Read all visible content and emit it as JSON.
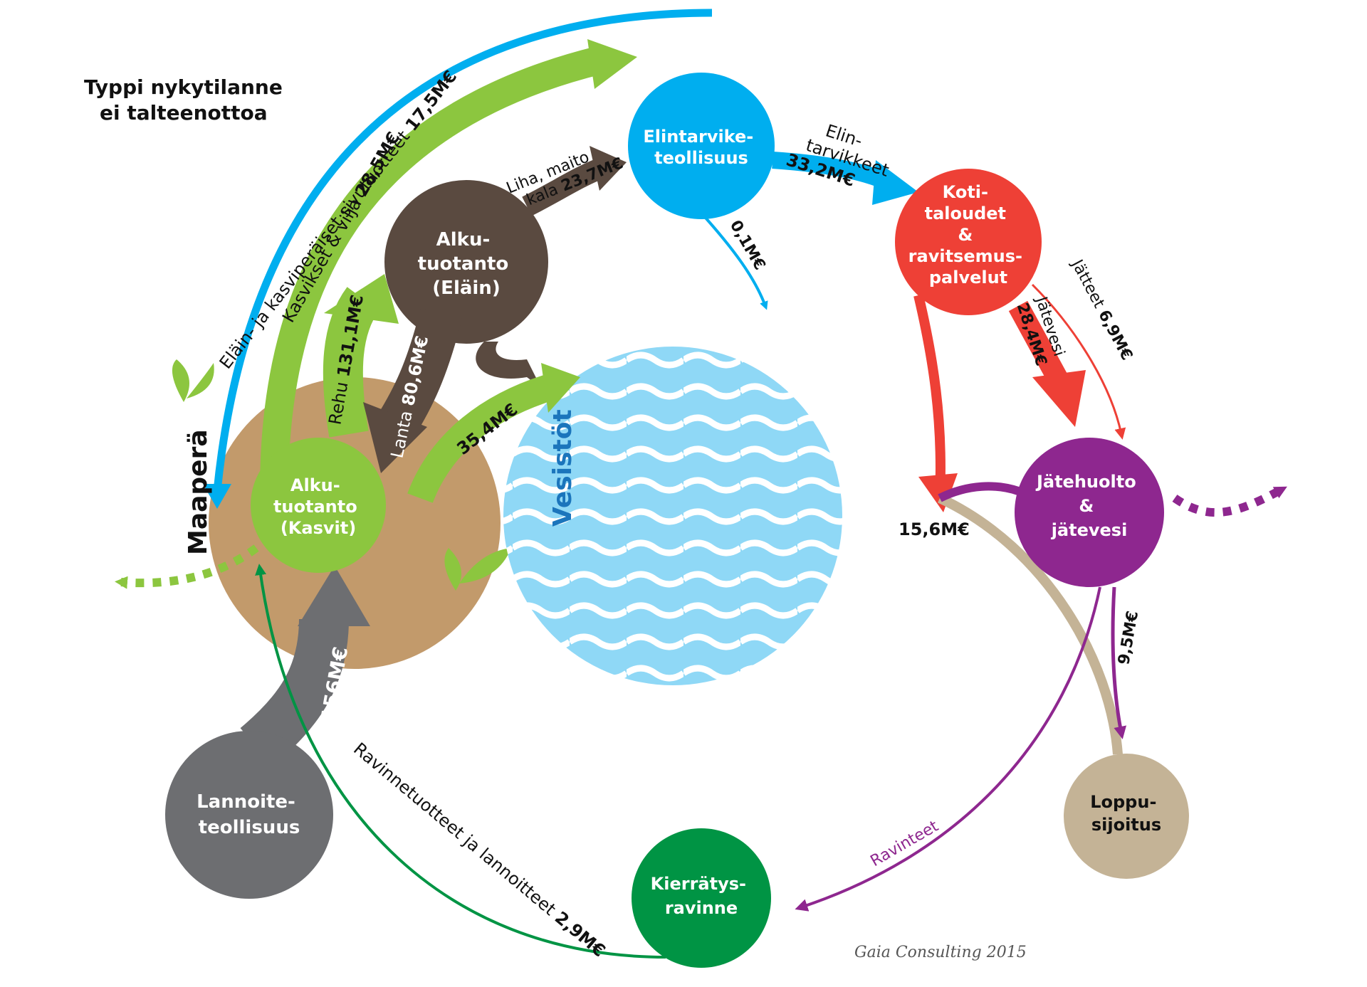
{
  "diagram": {
    "title_line1": "Typpi nykytilanne",
    "title_line2": "ei talteenottoa",
    "credit": "Gaia Consulting 2015",
    "colors": {
      "soil": "#c29a6b",
      "plants": "#8cc63f",
      "animals": "#5a4a40",
      "food_industry": "#00aeef",
      "households": "#ee4036",
      "waste": "#8e278f",
      "final_disposal": "#c4b396",
      "recycling": "#009444",
      "fertilizer": "#6d6e71",
      "water": "#8fd8f6"
    },
    "nodes": {
      "soil": "Maaperä",
      "waters": "Vesistöt",
      "plants": {
        "line1": "Alku-",
        "line2": "tuotanto",
        "line3": "(Kasvit)"
      },
      "animals": {
        "line1": "Alku-",
        "line2": "tuotanto",
        "line3": "(Eläin)"
      },
      "food_industry": {
        "line1": "Elintarvike-",
        "line2": "teollisuus"
      },
      "households": {
        "line1": "Koti-",
        "line2": "taloudet",
        "line3": "&",
        "line4": "ravitsemus-",
        "line5": "palvelut"
      },
      "waste": {
        "line1": "Jätehuolto",
        "line2": "&",
        "line3": "jätevesi"
      },
      "final_disposal": {
        "line1": "Loppu-",
        "line2": "sijoitus"
      },
      "recycling": {
        "line1": "Kierrätys-",
        "line2": "ravinne"
      },
      "fertilizer": {
        "line1": "Lannoite-",
        "line2": "teollisuus"
      }
    },
    "flows": {
      "byproducts": {
        "label": "Eläin- ja kasviperäiset sivutuotteet ",
        "value": "17,5M€"
      },
      "crops": {
        "label": "Kasvikset & vilja ",
        "value": "28,5M€"
      },
      "meat": {
        "label_line1": "Liha, maito",
        "label_line2": "kala ",
        "value": "23,7M€"
      },
      "feed": {
        "label": "Rehu ",
        "value": "131,1M€"
      },
      "manure": {
        "label": "Lanta ",
        "value": "80,6M€"
      },
      "to_water": {
        "value": "35,4M€"
      },
      "food_to_water": {
        "value": "0,1M€"
      },
      "foods": {
        "label_line1": "Elin-",
        "label_line2": "tarvikkeet",
        "value": "33,2M€"
      },
      "sewage": {
        "label": "Jätevesi",
        "value": "28,4M€"
      },
      "household_waste": {
        "label": "Jätteet ",
        "value": "6,9M€"
      },
      "waste_return": {
        "value": "15,6M€"
      },
      "disposal": {
        "value": "9,5M€"
      },
      "nutrients": {
        "label": "Ravinteet"
      },
      "recycled_products": {
        "label": "Ravinnetuotteet ja lannoitteet ",
        "value": "2,9M€"
      },
      "fertilizer_flow": {
        "value": "156M€"
      }
    }
  }
}
